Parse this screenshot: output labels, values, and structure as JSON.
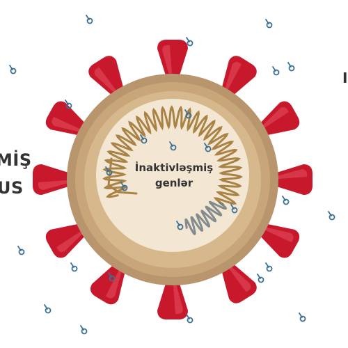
{
  "labels": {
    "left_line1": "MİŞ",
    "left_line2": "US",
    "right_edge": "I",
    "center_line1": "İnaktivləşmiş",
    "center_line2": "genlər"
  },
  "colors": {
    "spike_red": "#c8192c",
    "spike_highlight": "#e45060",
    "outer_shell": "#b8956c",
    "mid_shell": "#c9a679",
    "inner_shell": "#d6b88c",
    "core": "#f3e7d3",
    "rna_strand": "#a98245",
    "rna_strand_grey": "#707a82",
    "particle_blue": "#3a6f96",
    "text": "#333333"
  },
  "icons": [
    "spike-protein-icon",
    "floating-particle-icon",
    "rna-coil-icon"
  ]
}
